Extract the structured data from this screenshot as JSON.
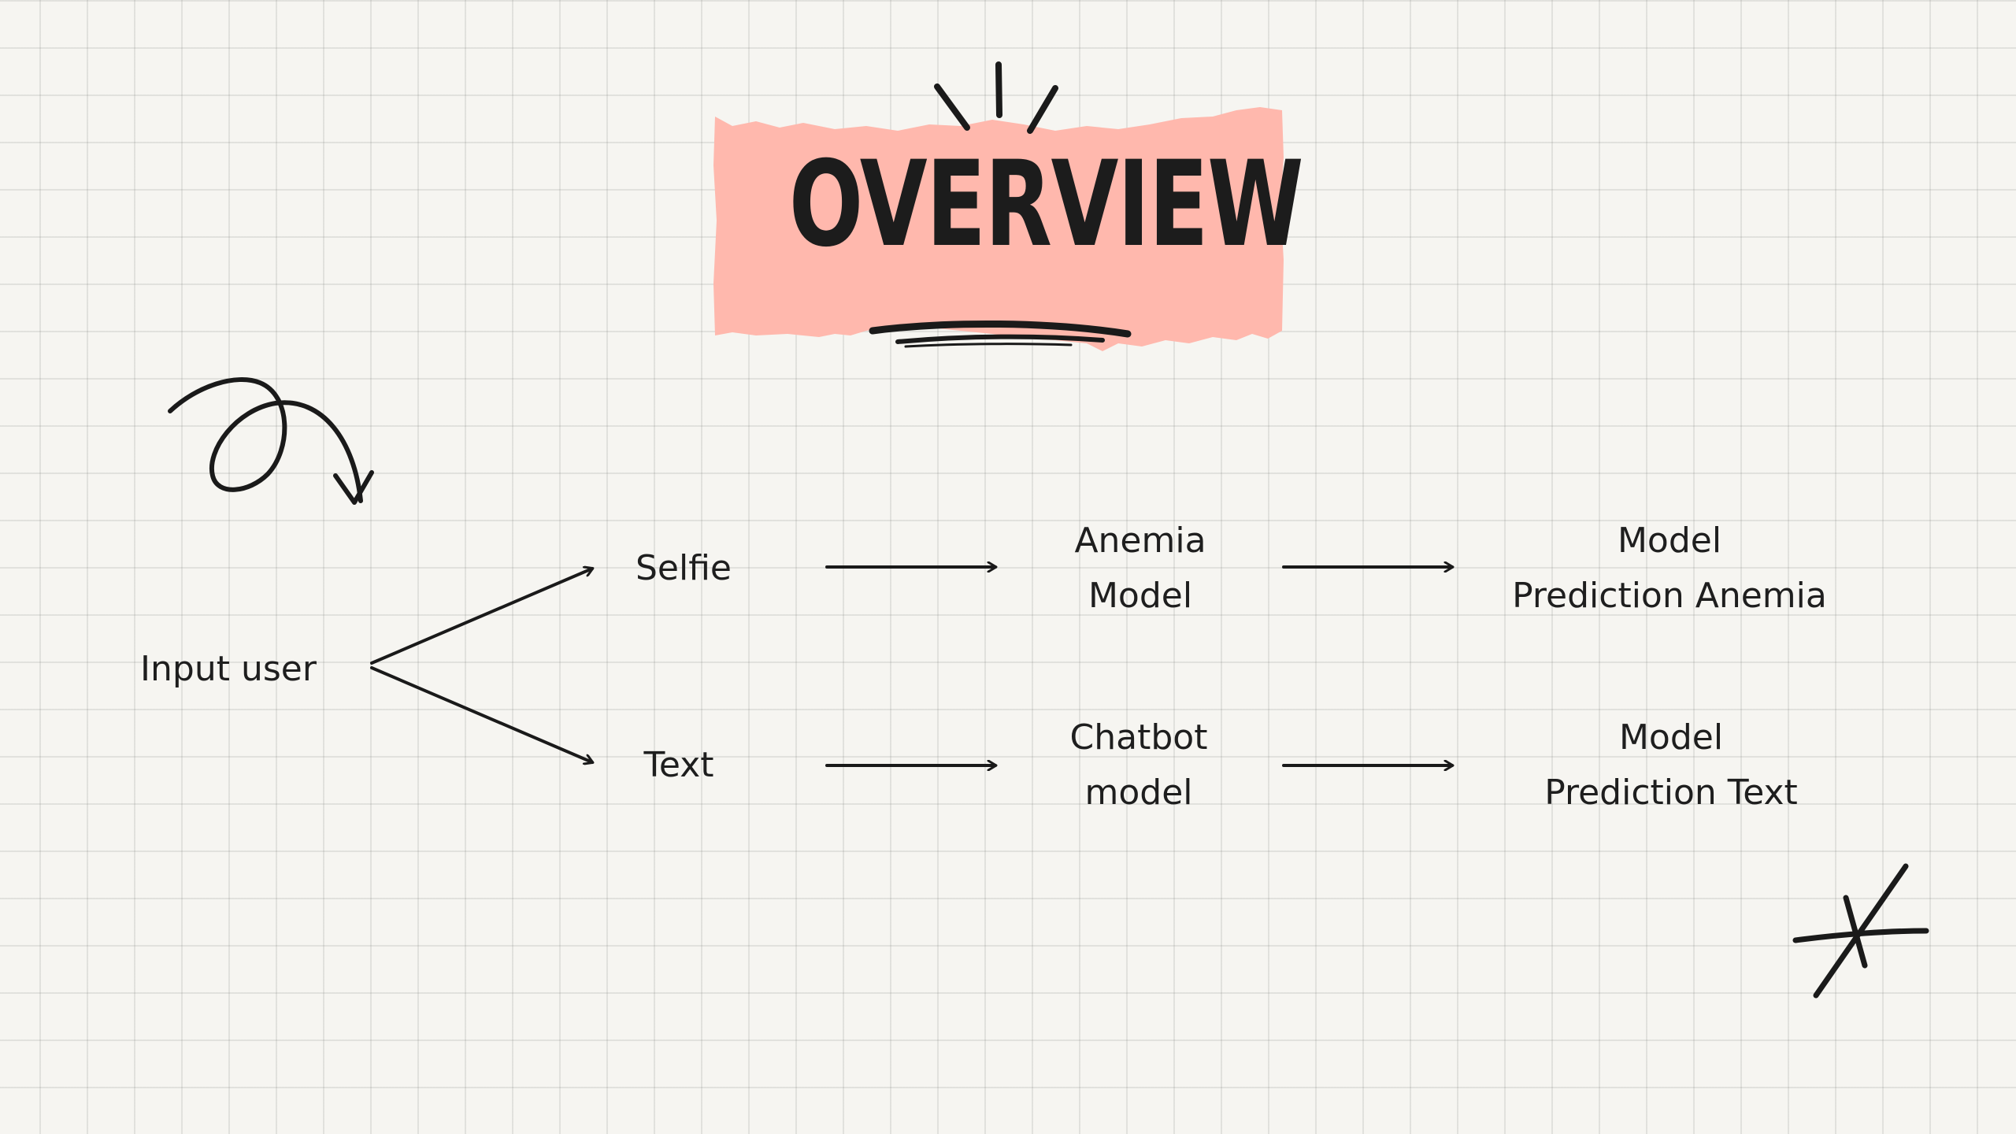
{
  "title": "OVERVIEW",
  "colors": {
    "background": "#f6f5f1",
    "grid": "#d8d8d4",
    "banner": "#ffb8ad",
    "ink": "#1a1a1a"
  },
  "nodes": {
    "input": "Input user",
    "selfie": "Selfie",
    "text": "Text",
    "anemia_model": [
      "Anemia",
      "Model"
    ],
    "chatbot_model": [
      "Chatbot",
      "model"
    ],
    "prediction_anemia": [
      "Model",
      "Prediction Anemia"
    ],
    "prediction_text": [
      "Model",
      "Prediction Text"
    ]
  },
  "edges": [
    {
      "from": "input",
      "to": "selfie"
    },
    {
      "from": "input",
      "to": "text"
    },
    {
      "from": "selfie",
      "to": "anemia_model"
    },
    {
      "from": "anemia_model",
      "to": "prediction_anemia"
    },
    {
      "from": "text",
      "to": "chatbot_model"
    },
    {
      "from": "chatbot_model",
      "to": "prediction_text"
    }
  ],
  "icons": [
    "torn-paper-banner",
    "sparkle-lines-icon",
    "brush-underline-icon",
    "loop-arrow-icon",
    "asterisk-doodle-icon"
  ]
}
